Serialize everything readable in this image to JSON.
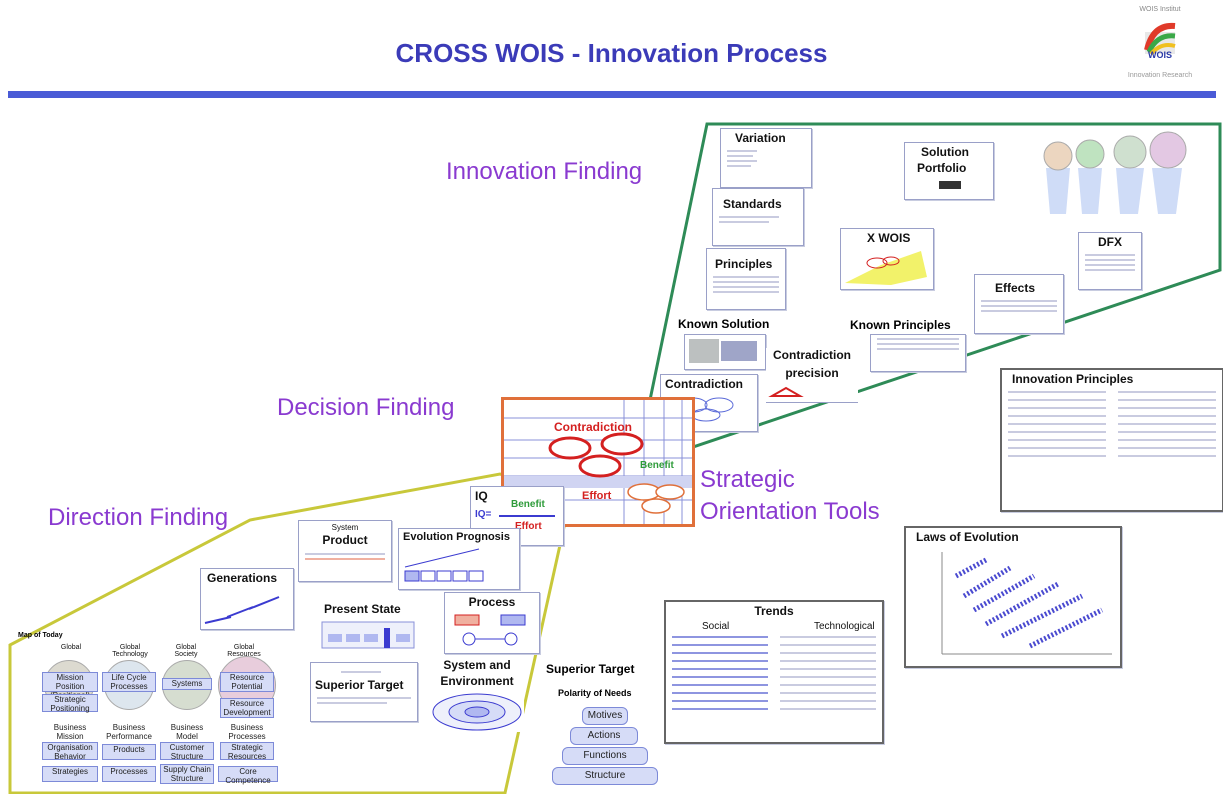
{
  "header": {
    "title": "CROSS WOIS - Innovation Process",
    "logo_top": "WOIS Institut",
    "logo_word": "WOIS",
    "logo_bottom": "Innovation Research"
  },
  "areas": {
    "innovation": "Innovation Finding",
    "decision": "Decision Finding",
    "direction": "Direction Finding",
    "strategic_line1": "Strategic",
    "strategic_line2": "Orientation Tools"
  },
  "tools": {
    "variation": "Variation",
    "standards": "Standards",
    "principles": "Principles",
    "known_solution": "Known Solution",
    "contradiction_precision_1": "Contradiction",
    "contradiction_precision_2": "precision",
    "contradiction": "Contradiction",
    "solution_portfolio_1": "Solution",
    "solution_portfolio_2": "Portfolio",
    "x_wois": "X WOIS",
    "dfx": "DFX",
    "effects": "Effects",
    "known_principles": "Known Principles",
    "innovation_principles": "Innovation Principles",
    "laws_of_evolution": "Laws of Evolution",
    "center_contradiction": "Contradiction",
    "center_benefit": "Benefit",
    "center_effort": "Effort",
    "iq": "IQ",
    "iq_formula": "IQ=",
    "iq_benefit": "Benefit",
    "iq_effort": "Effort",
    "product_1": "System",
    "product_2": "Product",
    "evolution_prognosis": "Evolution Prognosis",
    "generations": "Generations",
    "present_state": "Present State",
    "process": "Process",
    "system_env_1": "System and",
    "system_env_2": "Environment",
    "superior_target_small": "Superior Target",
    "trends": "Trends",
    "trends_social": "Social",
    "trends_technological": "Technological",
    "superior_target": "Superior Target",
    "polarity_of_needs": "Polarity of Needs",
    "motives": "Motives",
    "actions": "Actions",
    "functions": "Functions",
    "structure": "Structure"
  },
  "direction_grid": {
    "heading": "Map of Today",
    "columns": [
      {
        "head": "Global",
        "circle": "Mission Position (Positional)",
        "boxes": [
          "Strategic Positioning",
          "Business Mission",
          "Organisation Behavior",
          "Strategies"
        ]
      },
      {
        "head": "Global Technology",
        "circle": "Life Cycle Processes",
        "boxes": [
          "Business Performance",
          "Products",
          "Processes"
        ]
      },
      {
        "head": "Global Society",
        "circle": "Systems",
        "boxes": [
          "Business Model",
          "Customer Structure",
          "Supply Chain Structure"
        ]
      },
      {
        "head": "Global Resources",
        "circle": "Resource Potential",
        "boxes": [
          "Resource Development",
          "Business Processes",
          "Strategic Resources",
          "Core Competence"
        ]
      }
    ]
  },
  "colors": {
    "title": "#3b3bb8",
    "rule": "#4a5bd6",
    "area_label": "#8a3ad0",
    "innovation_outline": "#2e8b57",
    "direction_outline": "#c8c83a",
    "center_border": "#e0703a",
    "contradiction_red": "#d42020",
    "benefit_green": "#2e9b3a",
    "effort_red": "#d42020"
  }
}
